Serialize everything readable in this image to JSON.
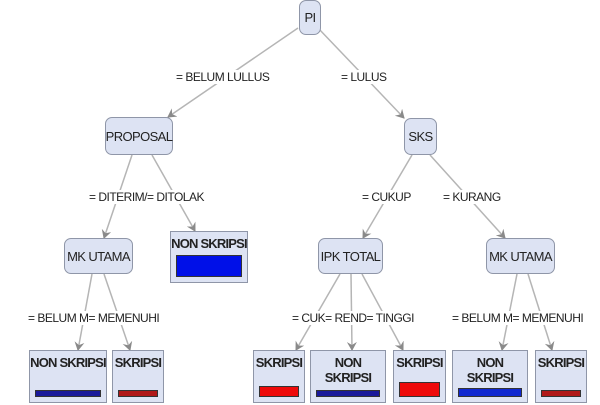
{
  "colors": {
    "node_fill": "#dde3f3",
    "blue": "#0010e8",
    "dark_blue": "#1a1a9a",
    "red": "#ee0a0a",
    "dark_red": "#b01818"
  },
  "root": {
    "label": "PI"
  },
  "nodes": {
    "proposal": "PROPOSAL",
    "sks": "SKS",
    "mk_utama_left": "MK UTAMA",
    "ipk_total": "IPK TOTAL",
    "mk_utama_right": "MK UTAMA"
  },
  "edge_labels": {
    "belum_lulus": "= BELUM LULLUS",
    "lulus": "= LULUS",
    "diterima_ditolak": "= DITERIM/= DITOLAK",
    "cukup": "= CUKUP",
    "kurang": "= KURANG",
    "mk_left": "= BELUM M= MEMENUHI",
    "ipk": "= CUK= REND= TINGGI",
    "mk_right": "= BELUM M= MEMENUHI"
  },
  "leaves": [
    {
      "label": "NON SKRIPSI"
    },
    {
      "label": "NON SKRIPSI"
    },
    {
      "label": "SKRIPSI"
    },
    {
      "label": "SKRIPSI"
    },
    {
      "label": "NON SKRIPSI"
    },
    {
      "label": "SKRIPSI"
    },
    {
      "label": "NON SKRIPSI"
    },
    {
      "label": "SKRIPSI"
    }
  ]
}
